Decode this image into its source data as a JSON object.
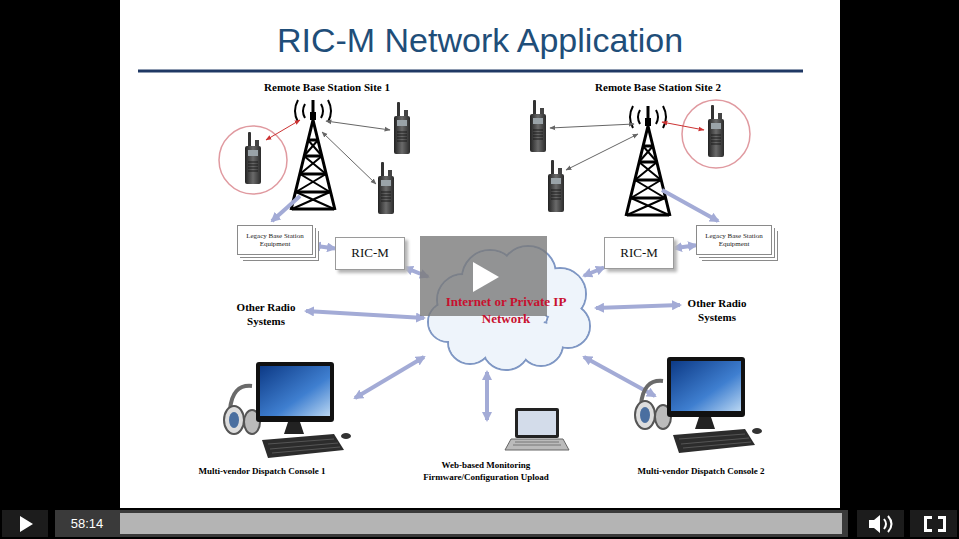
{
  "diagram": {
    "title": "RIC-M Network Application",
    "nodes": [
      {
        "text": [
          "Legacy Base Station Equipment"
        ]
      },
      {
        "text": [
          "RIC-M"
        ]
      },
      {
        "text": [
          "RIC-M"
        ]
      },
      {
        "text": [
          "Legacy Base Station Equipment"
        ]
      },
      {
        "text": [
          "Internet or Private IP Network"
        ]
      }
    ],
    "edges": [
      {
        "from": 0,
        "to": 1,
        "arrow": "both"
      },
      {
        "from": 1,
        "to": 4,
        "arrow": "both"
      },
      {
        "from": 4,
        "to": 2,
        "arrow": "both"
      },
      {
        "from": 2,
        "to": 3,
        "arrow": "both"
      }
    ],
    "labels": [
      "Remote Base Station Site 1",
      "Remote Base Station Site 2",
      "Other Radio Systems",
      "Other Radio Systems",
      "Multi-vendor Dispatch Console 1",
      "Web-based Monitoring Firmware/Configuration Upload",
      "Multi-vendor Dispatch Console 2",
      "58:14"
    ]
  }
}
